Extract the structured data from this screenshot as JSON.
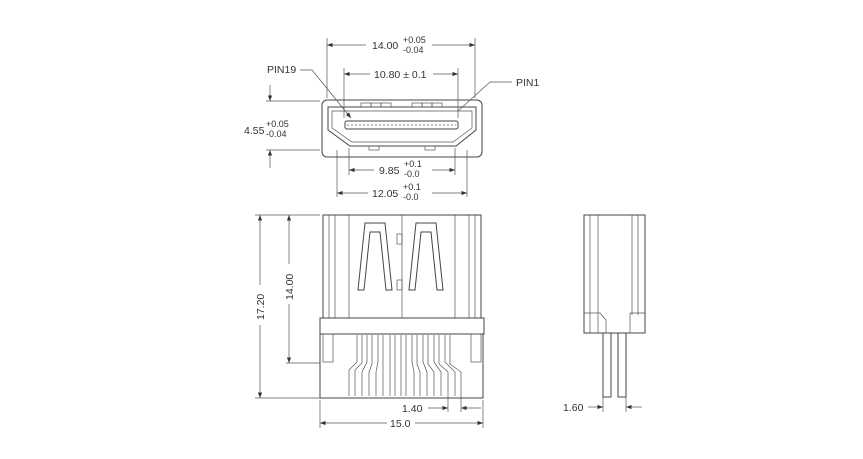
{
  "top_view": {
    "pin19_label": "PIN19",
    "pin1_label": "PIN1",
    "width_outer": {
      "nominal": "14.00",
      "tol_plus": "+0.05",
      "tol_minus": "-0.04"
    },
    "width_pins": {
      "text": "10.80 ± 0.1"
    },
    "height": {
      "nominal": "4.55",
      "tol_plus": "+0.05",
      "tol_minus": "-0.04"
    },
    "width_bottom_inner": {
      "nominal": "9.85",
      "tol_plus": "+0.1",
      "tol_minus": "-0.0"
    },
    "width_bottom_outer": {
      "nominal": "12.05",
      "tol_plus": "+0.1",
      "tol_minus": "-0.0"
    }
  },
  "front_view": {
    "total_height": "17.20",
    "body_height": "14.00",
    "pin_pitch": "1.40",
    "total_width": "15.0"
  },
  "side_view": {
    "leg_width": "1.60"
  }
}
